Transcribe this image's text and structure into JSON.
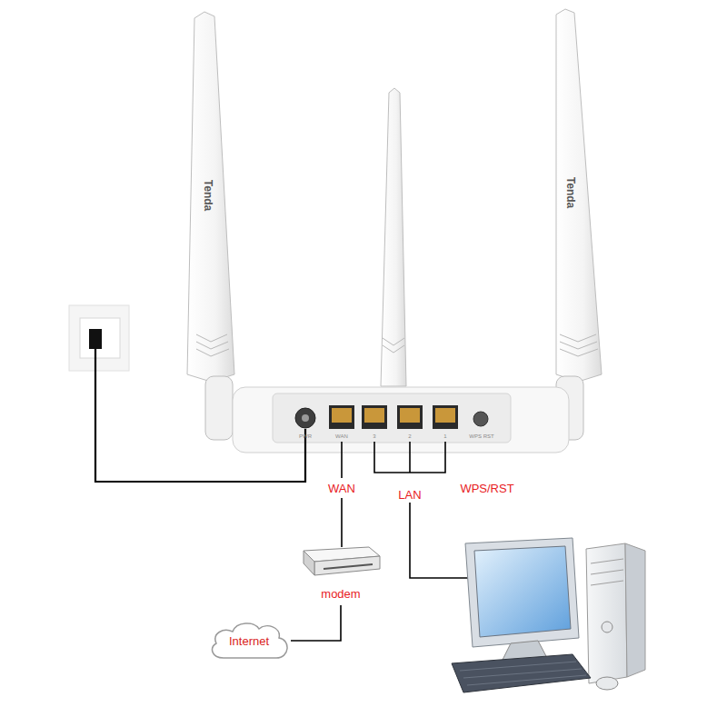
{
  "diagram": {
    "nodes": [
      {
        "text": [
          "modem"
        ]
      },
      {
        "text": [
          "Internet"
        ]
      }
    ],
    "edges": [
      {
        "from": 0,
        "to": 1,
        "arrow": "none"
      }
    ],
    "labels": [
      "Tenda",
      "Tenda",
      "PWR",
      "WAN",
      "3",
      "2",
      "1",
      "WPS RST",
      "WAN",
      "LAN",
      "WPS/RST"
    ]
  }
}
